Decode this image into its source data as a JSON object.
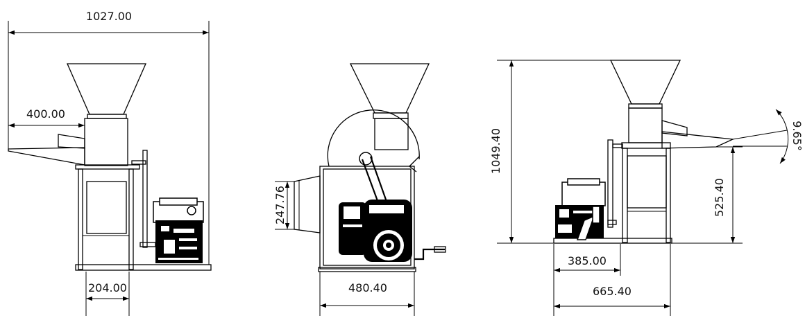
{
  "dimensions": {
    "front_total_width": "1027.00",
    "front_chute_width": "400.00",
    "front_base_width": "204.00",
    "side_inlet_height": "247.76",
    "side_base_width": "480.40",
    "right_total_height": "1049.40",
    "right_outlet_height": "525.40",
    "right_chute_angle": "9.65°",
    "right_engine_offset": "385.00",
    "right_base_width": "665.40"
  },
  "colors": {
    "line": "#000000",
    "background": "#ffffff"
  }
}
